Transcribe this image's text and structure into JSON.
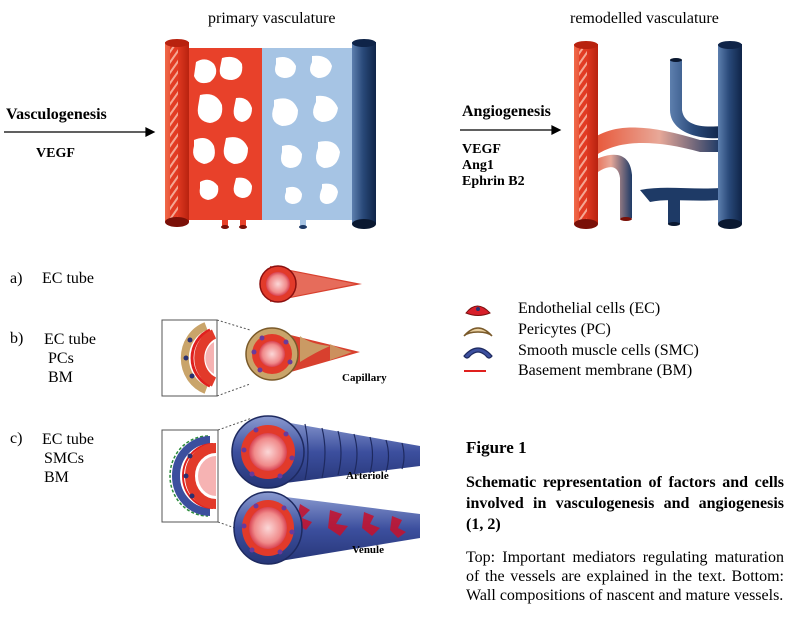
{
  "top": {
    "primary_label": "primary vasculature",
    "remodelled_label": "remodelled vasculature",
    "vasculogenesis": {
      "title": "Vasculogenesis",
      "factors": [
        "VEGF"
      ]
    },
    "angiogenesis": {
      "title": "Angiogenesis",
      "factors": [
        "VEGF",
        "Ang1",
        "Ephrin B2"
      ]
    }
  },
  "rows": [
    {
      "marker": "a)",
      "lines": [
        "EC tube"
      ]
    },
    {
      "marker": "b)",
      "lines": [
        "EC tube",
        "PCs",
        "BM"
      ],
      "vessel": "Capillary"
    },
    {
      "marker": "c)",
      "lines": [
        "EC tube",
        "SMCs",
        "BM"
      ],
      "vessels": [
        "Arteriole",
        "Venule"
      ]
    }
  ],
  "legend": [
    {
      "label": "Endothelial cells (EC)",
      "icon": "endothelial-cell-icon",
      "color": "#d81f2a"
    },
    {
      "label": "Pericytes (PC)",
      "icon": "pericyte-icon",
      "color": "#c9a46a"
    },
    {
      "label": "Smooth muscle cells (SMC)",
      "icon": "smooth-muscle-cell-icon",
      "color": "#3c4f9e"
    },
    {
      "label": "Basement membrane (BM)",
      "icon": "basement-membrane-icon",
      "color": "#e0201e"
    }
  ],
  "figure": {
    "title": "Figure 1",
    "subtitle": "Schematic representation of factors and cells involved in vasculogenesis and angiogenesis (1, 2)",
    "caption": "Top: Important mediators regulating maturation of the vessels are explained in the text. Bottom: Wall compositions of nascent and mature vessels."
  },
  "colors": {
    "artery": "#e8412a",
    "vein": "#9fbfe0",
    "vein_dark": "#1e3a66",
    "smc": "#3c4f9e",
    "ec": "#d81f2a"
  }
}
